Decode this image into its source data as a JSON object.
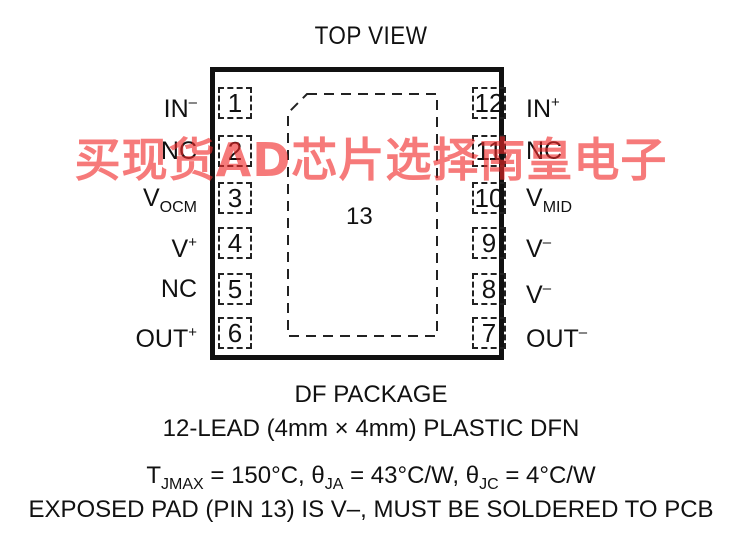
{
  "title": "TOP VIEW",
  "pins_left": [
    {
      "num": "1",
      "name": "IN",
      "sup": "–",
      "sub": ""
    },
    {
      "num": "2",
      "name": "NC",
      "sup": "",
      "sub": ""
    },
    {
      "num": "3",
      "name": "V",
      "sup": "",
      "sub": "OCM"
    },
    {
      "num": "4",
      "name": "V",
      "sup": "+",
      "sub": ""
    },
    {
      "num": "5",
      "name": "NC",
      "sup": "",
      "sub": ""
    },
    {
      "num": "6",
      "name": "OUT",
      "sup": "+",
      "sub": ""
    }
  ],
  "pins_right": [
    {
      "num": "12",
      "name": "IN",
      "sup": "+",
      "sub": ""
    },
    {
      "num": "11",
      "name": "NC",
      "sup": "",
      "sub": ""
    },
    {
      "num": "10",
      "name": "V",
      "sup": "",
      "sub": "MID"
    },
    {
      "num": "9",
      "name": "V",
      "sup": "–",
      "sub": ""
    },
    {
      "num": "8",
      "name": "V",
      "sup": "–",
      "sub": ""
    },
    {
      "num": "7",
      "name": "OUT",
      "sup": "–",
      "sub": ""
    }
  ],
  "exposed_pad_number": "13",
  "package_name": "DF PACKAGE",
  "package_desc": "12-LEAD (4mm × 4mm) PLASTIC DFN",
  "thermal": {
    "tjmax_sym": "T",
    "tjmax_sub": "JMAX",
    "tjmax_val": " = 150°C, ",
    "ja_sym": "θ",
    "ja_sub": "JA",
    "ja_val": " = 43°C/W, ",
    "jc_sym": "θ",
    "jc_sub": "JC",
    "jc_val": " = 4°C/W"
  },
  "exposed_note": "EXPOSED PAD (PIN 13) IS V–, MUST BE SOLDERED TO PCB",
  "watermark": "买现货AD芯片选择南皇电子",
  "colors": {
    "line": "#111111",
    "watermark": "#f02828"
  }
}
